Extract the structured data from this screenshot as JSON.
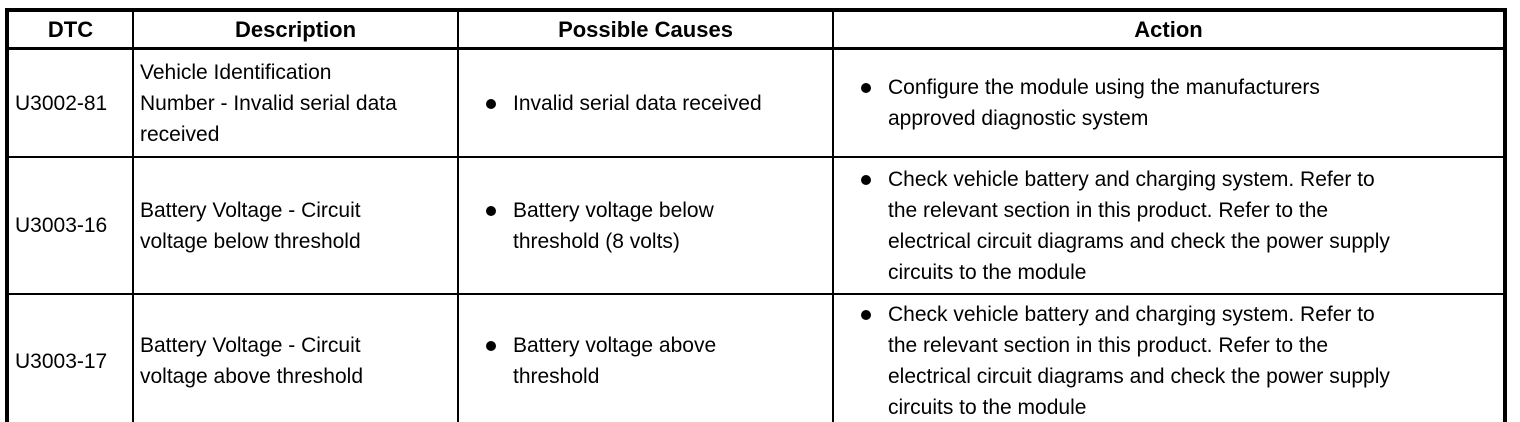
{
  "page": {
    "background_color": "#ffffff",
    "border_color": "#000000",
    "text_color": "#000000"
  },
  "table": {
    "columns": [
      "DTC",
      "Description",
      "Possible Causes",
      "Action"
    ],
    "rows": [
      {
        "dtc": "U3002-81",
        "description": "Vehicle Identification\nNumber - Invalid serial data\nreceived",
        "possible_causes": [
          "Invalid serial data received"
        ],
        "actions": [
          "Configure the module using the manufacturers\napproved diagnostic system"
        ]
      },
      {
        "dtc": "U3003-16",
        "description": "Battery Voltage - Circuit\nvoltage below threshold",
        "possible_causes": [
          "Battery voltage below\nthreshold (8 volts)"
        ],
        "actions": [
          "Check vehicle battery and charging system. Refer to\nthe relevant section in this product. Refer to the\nelectrical circuit diagrams and check the power supply\ncircuits to the module"
        ]
      },
      {
        "dtc": "U3003-17",
        "description": "Battery Voltage - Circuit\nvoltage above threshold",
        "possible_causes": [
          "Battery voltage above\nthreshold"
        ],
        "actions": [
          "Check vehicle battery and charging system. Refer to\nthe relevant section in this product. Refer to the\nelectrical circuit diagrams and check the power supply\ncircuits to the module"
        ]
      }
    ]
  }
}
